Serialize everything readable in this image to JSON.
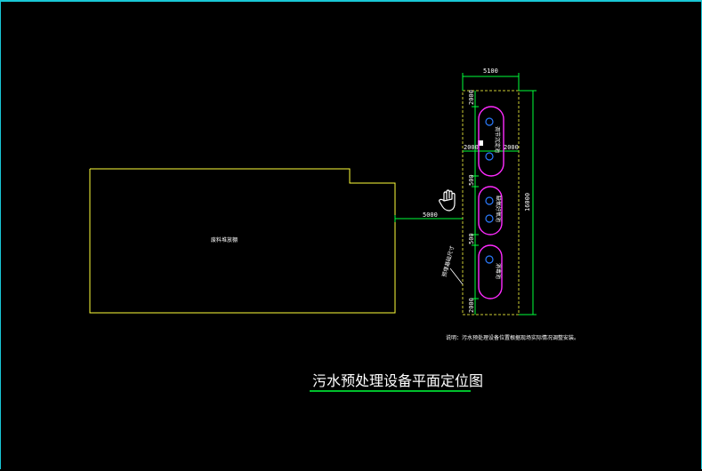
{
  "drawing": {
    "title": "污水预处理设备平面定位图",
    "building_label": "废料堆放棚",
    "boundary_label": "预埋基础尺寸",
    "note": "说明：污水预处理设备位置根据现场实际情况调整安装。",
    "dimensions": {
      "width_top": "5100",
      "height_right": "16000",
      "gap_building": "5000",
      "top_clear": "2000",
      "side_left": "2000",
      "side_right": "2000",
      "gap_1": "500",
      "gap_2": "500",
      "bottom_clear": "2000"
    },
    "tanks": [
      {
        "label": "调节沉淀池"
      },
      {
        "label": "缺氧好氧池"
      },
      {
        "label": "消毒池"
      }
    ],
    "colors": {
      "background": "#000000",
      "building_outline": "#ffff3a",
      "dimension_lines": "#00ff3a",
      "tank_outline": "#ff2bff",
      "nozzles": "#2b7bff",
      "title_underline": "#00ff3a",
      "frame": "#19c7d6"
    },
    "icons": {
      "cursor": "hand-cursor-icon"
    }
  }
}
